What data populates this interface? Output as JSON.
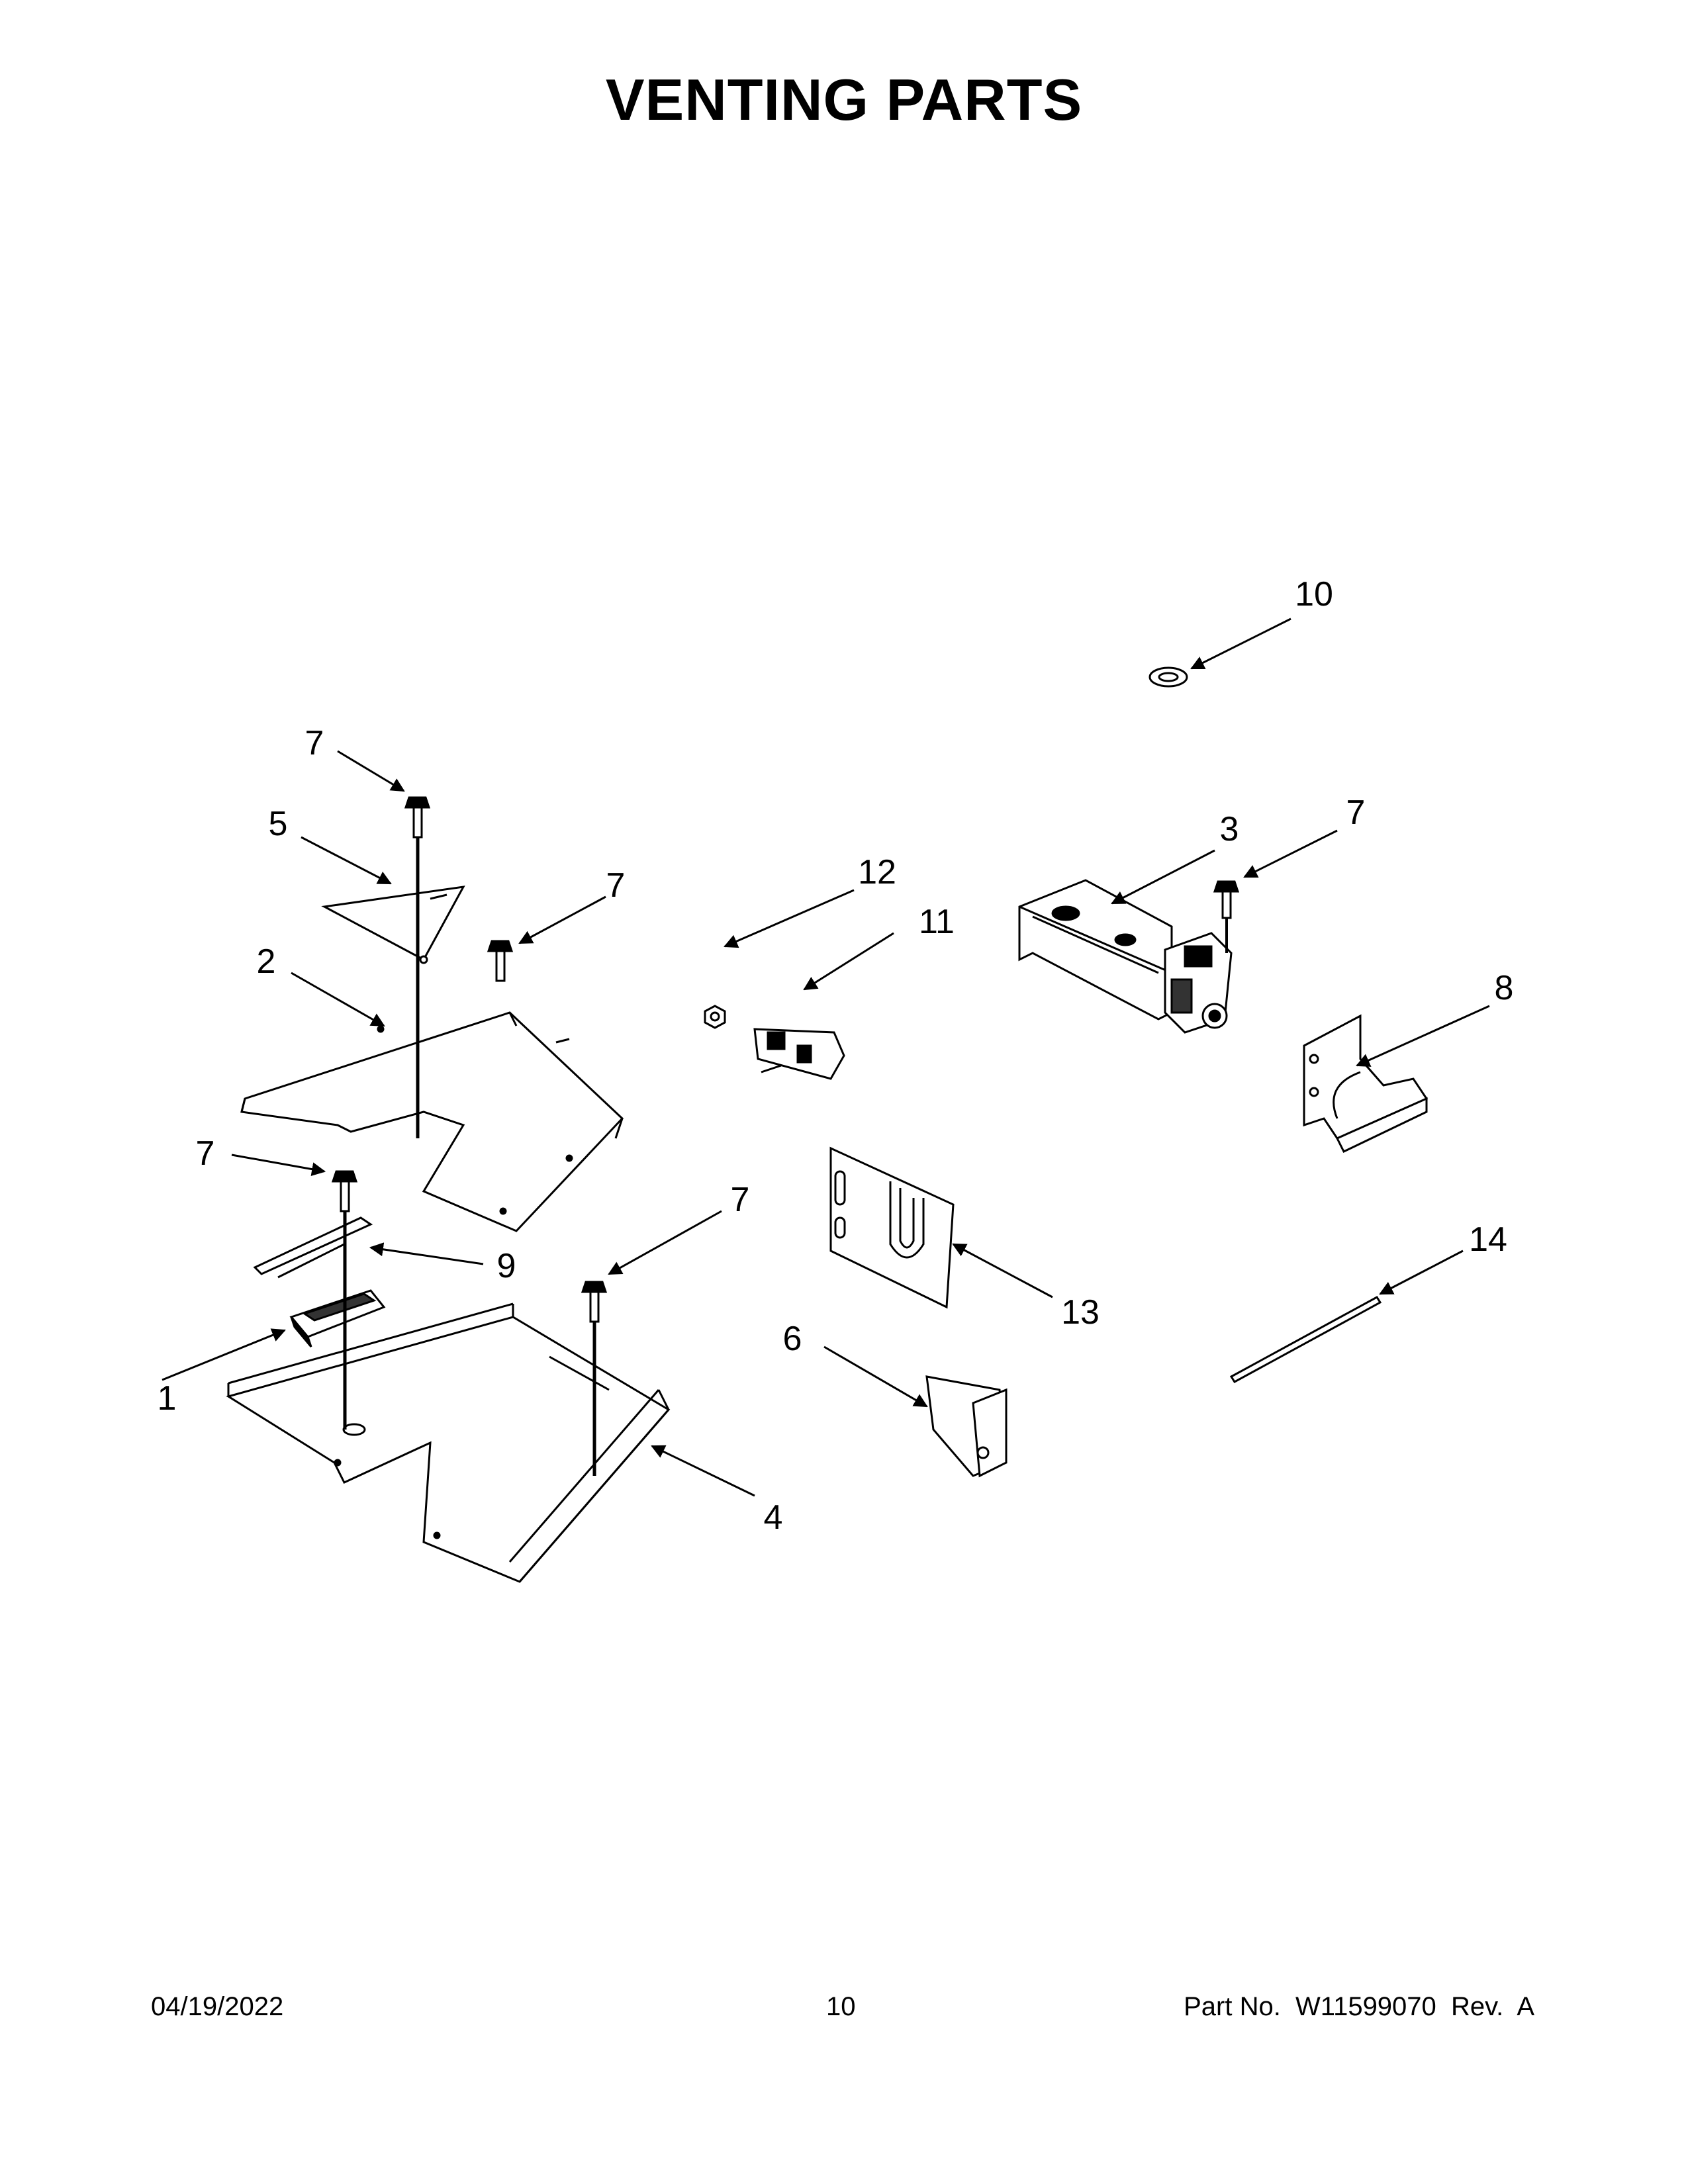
{
  "title": "VENTING PARTS",
  "callouts": [
    "1",
    "2",
    "3",
    "4",
    "5",
    "6",
    "7",
    "7",
    "7",
    "7",
    "7",
    "8",
    "9",
    "10",
    "11",
    "12",
    "13",
    "14"
  ],
  "footer": {
    "date": "04/19/2022",
    "page": "10",
    "part": "Part No.  W11599070  Rev.  A"
  }
}
